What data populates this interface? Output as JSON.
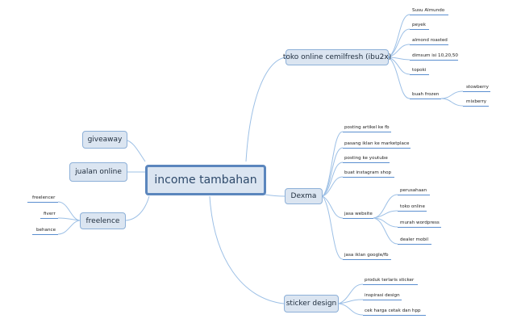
{
  "root": {
    "label": "income tambahan"
  },
  "left_branches": {
    "giveaway": {
      "label": "giveaway"
    },
    "jualan_online": {
      "label": "jualan online"
    },
    "freelence": {
      "label": "freelence",
      "children": [
        "freelencer",
        "fiverr",
        "behance"
      ]
    }
  },
  "right_branches": {
    "toko": {
      "label": "toko online cemilfresh (ibu2x)",
      "children": [
        "Susu Almundo",
        "peyek",
        "almond roasted",
        "dimsum isi 10,20,50",
        "topoki",
        "buah frozen"
      ],
      "buah_frozen_children": [
        "stowberry",
        "mixberry"
      ]
    },
    "dexma": {
      "label": "Dexma",
      "children": [
        "posting artikel ke fb",
        "pasang iklan ke marketplace",
        "posting ke youtube",
        "buat instagram shop",
        "jasa website",
        "jasa iklan google/fb"
      ],
      "jasa_website_children": [
        "perusahaan",
        "toko online",
        "murah wordpress",
        "dealer mobil"
      ]
    },
    "sticker": {
      "label": "sticker design",
      "children": [
        "produk terlaris sticker",
        "inspirasi design",
        "cek harga cetak dan hpp"
      ]
    }
  },
  "colors": {
    "node_fill": "#dbe5f1",
    "node_border": "#8db0d8",
    "root_border": "#5b86bd",
    "connector": "#9dc0e6",
    "underline": "#5b8fd0"
  }
}
